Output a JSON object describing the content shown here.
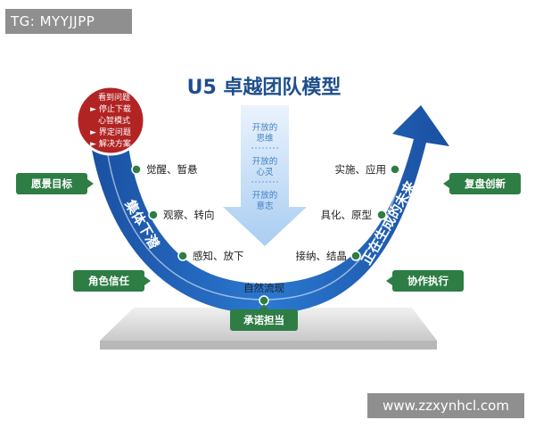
{
  "watermark_top": "TG: MYYJJPP",
  "watermark_bottom": "www.zzxynhcl.com",
  "title": "U5 卓越团队模型",
  "bubble_items": [
    "看到问题",
    "► 停止下载",
    "心智模式",
    "► 界定问题",
    "► 解决方案"
  ],
  "down_arrow_texts": [
    [
      "开放的",
      "思维"
    ],
    [
      "开放的",
      "心灵"
    ],
    [
      "开放的",
      "意志"
    ]
  ],
  "left_band_text": "集体下潜",
  "right_band_text": "正在生成的未来",
  "left_nodes": [
    "觉醒、暂悬",
    "观察、转向",
    "感知、放下"
  ],
  "right_nodes": [
    "实施、应用",
    "具化、原型",
    "接纳、结晶"
  ],
  "bottom_node": "自然流现",
  "green_boxes": {
    "left_top": "愿景目标",
    "left_bottom": "角色信任",
    "right_top": "复盘创新",
    "right_bottom": "协作执行",
    "bottom": "承诺担当"
  },
  "colors": {
    "title": "#1f4e8c",
    "band_blue": "#1a5cb0",
    "green_box": "#2e7d45",
    "bubble_red": "#b22424",
    "platform": "#d6d6d6",
    "watermark": "#8f8f8f"
  }
}
